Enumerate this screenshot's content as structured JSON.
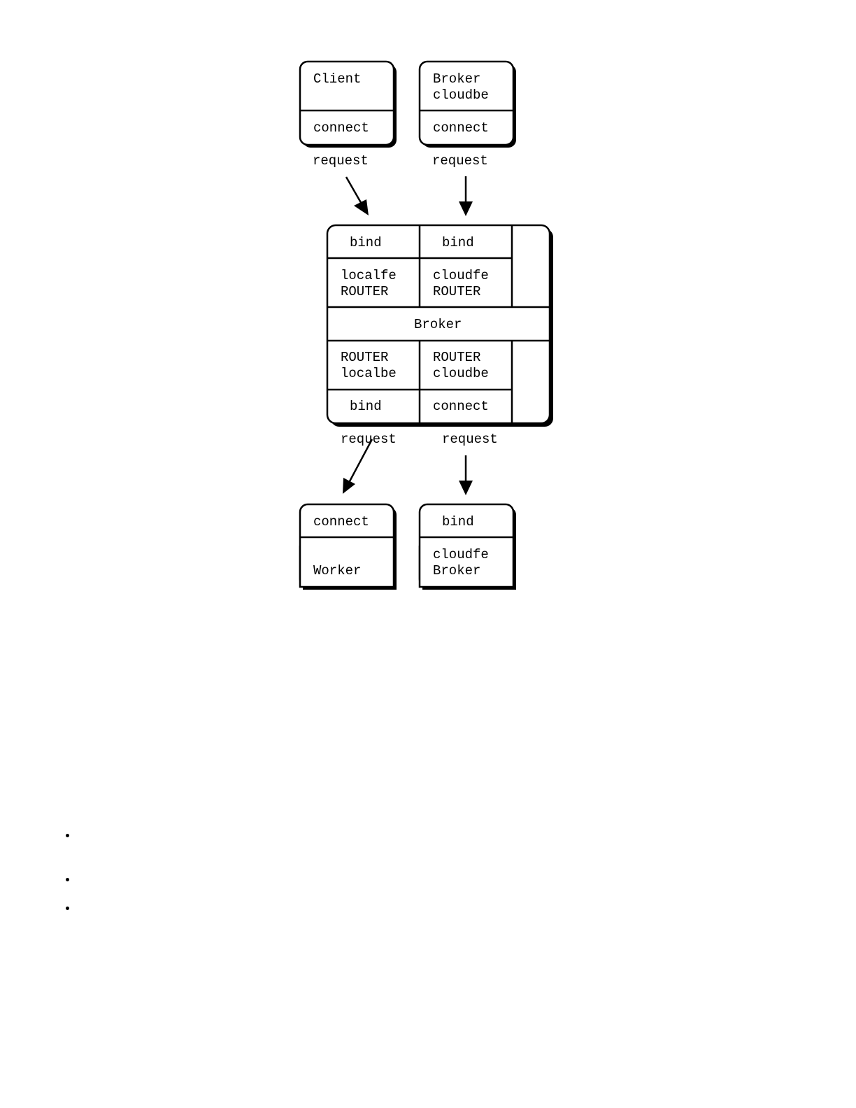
{
  "diagram": {
    "nodes": {
      "client": {
        "title_lines": [
          "Client"
        ],
        "socket": "connect"
      },
      "broker_cloudbe": {
        "title_lines": [
          "Broker",
          "cloudbe"
        ],
        "socket": "connect"
      },
      "broker_center": {
        "top_left_bind": "bind",
        "top_right_bind": "bind",
        "localfe_lines": [
          "localfe",
          "ROUTER"
        ],
        "cloudfe_lines": [
          "cloudfe",
          "ROUTER"
        ],
        "center_label": "Broker",
        "localbe_lines": [
          "ROUTER",
          "localbe"
        ],
        "cloudbe_lines": [
          "ROUTER",
          "cloudbe"
        ],
        "bottom_left_socket": "bind",
        "bottom_right_socket": "connect"
      },
      "worker": {
        "socket": "connect",
        "title_lines": [
          "Worker"
        ]
      },
      "broker_cloudfe": {
        "socket": "bind",
        "title_lines": [
          "cloudfe",
          "Broker"
        ]
      }
    },
    "edges": [
      {
        "id": "client-to-localfe",
        "label": "request"
      },
      {
        "id": "cloudbe-to-cloudfe",
        "label": "request"
      },
      {
        "id": "localbe-to-worker",
        "label": "request"
      },
      {
        "id": "cloudbe-to-peer-cloudfe",
        "label": "request"
      }
    ]
  },
  "bullets": [
    {
      "text": ""
    },
    {
      "text": ""
    },
    {
      "text": ""
    }
  ]
}
